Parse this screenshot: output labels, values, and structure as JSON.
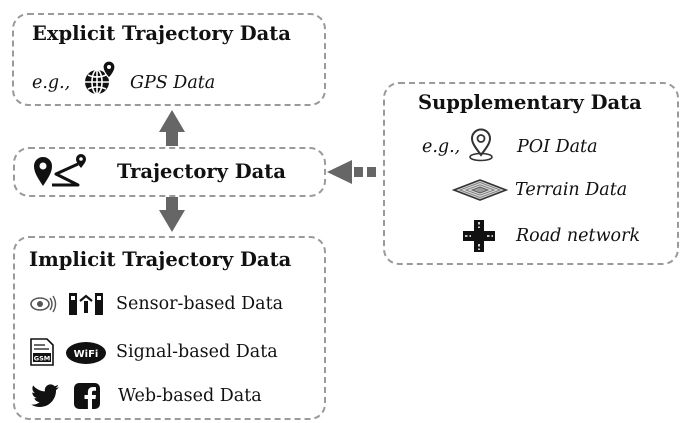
{
  "explicit": {
    "title": "Explicit Trajectory Data",
    "example_prefix": "e.g.,",
    "example_label": "GPS Data"
  },
  "trajectory": {
    "title": "Trajectory Data"
  },
  "implicit": {
    "title": "Implicit Trajectory Data",
    "items": [
      {
        "label": "Sensor-based Data",
        "icons": [
          "sound-sensor-icon",
          "traffic-gate-icon"
        ]
      },
      {
        "label": "Signal-based Data",
        "icons": [
          "gsm-icon",
          "wifi-icon"
        ],
        "icon_text": {
          "gsm": "GSM",
          "wifi": "WiFi"
        }
      },
      {
        "label": "Web-based Data",
        "icons": [
          "twitter-icon",
          "facebook-icon"
        ]
      }
    ]
  },
  "supplementary": {
    "title": "Supplementary Data",
    "example_prefix": "e.g.,",
    "items": [
      {
        "label": "POI Data",
        "icon": "map-pin-icon"
      },
      {
        "label": "Terrain Data",
        "icon": "terrain-icon"
      },
      {
        "label": "Road network",
        "icon": "road-cross-icon"
      }
    ]
  },
  "colors": {
    "border": "#9a9a9a",
    "arrow": "#666666",
    "text": "#111111"
  }
}
